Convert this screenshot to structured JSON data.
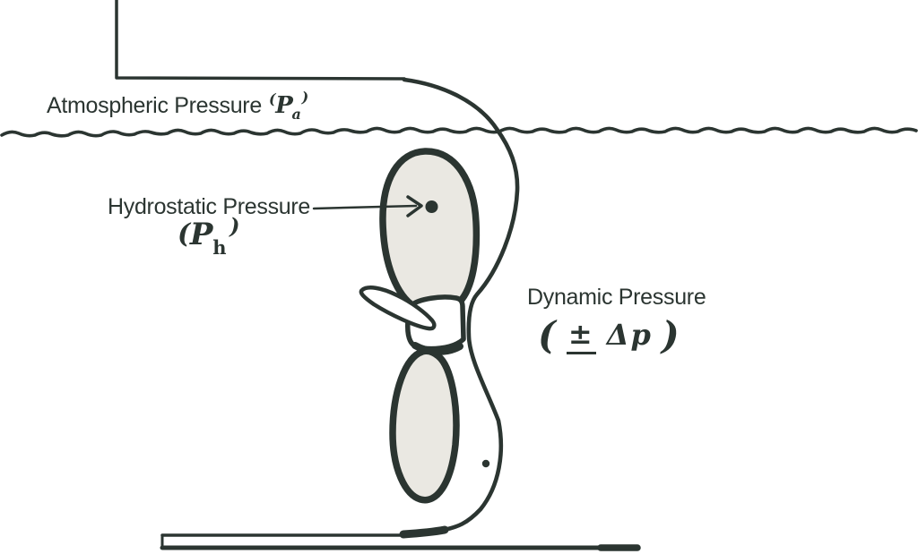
{
  "labels": {
    "atmospheric": {
      "text": "Atmospheric Pressure",
      "paren_open": "(",
      "symbol": "P",
      "subscript": "a",
      "paren_close": ")"
    },
    "hydrostatic": {
      "text": "Hydrostatic Pressure",
      "paren_open": "(",
      "symbol": "P",
      "subscript": "h",
      "paren_close": ")"
    },
    "dynamic": {
      "text": "Dynamic Pressure",
      "paren_open": "(",
      "plus_minus": "±",
      "delta_symbol": "Δp",
      "paren_close": ")"
    }
  },
  "colors": {
    "ink": "#2b3531",
    "blade_fill": "#eae8e2",
    "background": "#ffffff"
  }
}
